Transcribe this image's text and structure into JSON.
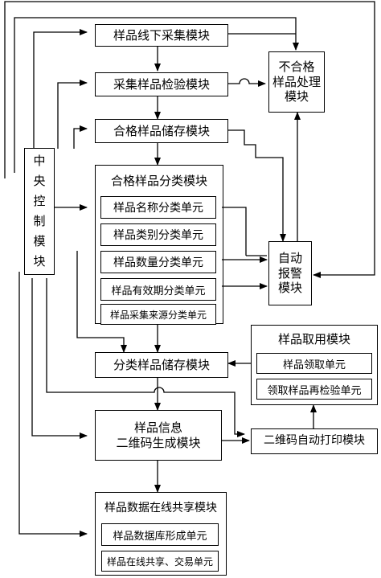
{
  "nodes": {
    "central_control": [
      "中",
      "央",
      "控",
      "制",
      "模",
      "块"
    ],
    "offline_collection": "样品线下采集模块",
    "sample_inspection": "采集样品检验模块",
    "qualified_storage": "合格样品储存模块",
    "unqualified_processing": "不合格\n样品处理\n模块",
    "classification_module": {
      "title": "合格样品分类模块",
      "units": [
        "样品名称分类单元",
        "样品类别分类单元",
        "样品数量分类单元",
        "样品有效期分类单元",
        "样品采集来源分类单元"
      ]
    },
    "auto_alarm": "自动\n报警\n模块",
    "classified_storage": "分类样品储存模块",
    "sample_usage": {
      "title": "样品取用模块",
      "units": [
        "样品领取单元",
        "领取样品再检验单元"
      ]
    },
    "qr_generation": "样品信息\n二维码生成模块",
    "qr_printing": "二维码自动打印模块",
    "data_sharing": {
      "title": "样品数据在线共享模块",
      "units": [
        "样品数据库形成单元",
        "样品在线共享、交易单元"
      ]
    }
  }
}
